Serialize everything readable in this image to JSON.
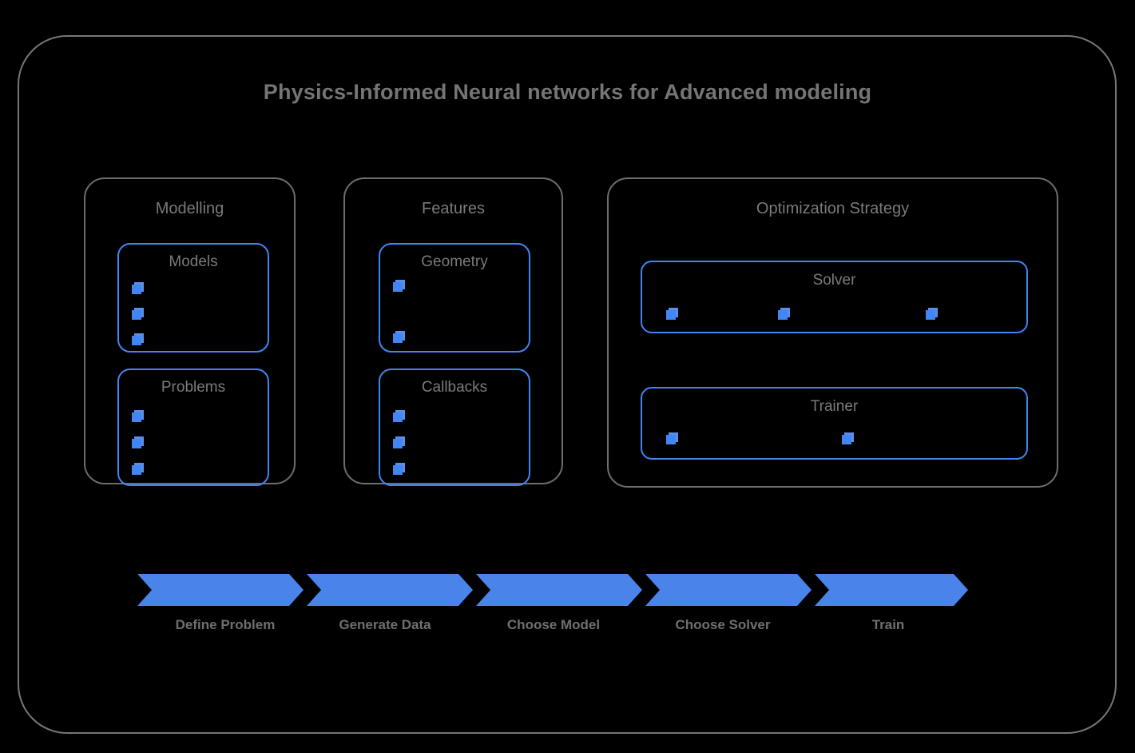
{
  "diagram": {
    "title": "Physics-Informed Neural networks for Advanced modeling",
    "colors": {
      "background": "#000000",
      "frame_border": "#777777",
      "group_border": "#6e6e6e",
      "accent_blue": "#4285f4",
      "chevron_blue": "#4a84ea",
      "text_grey": "#757575"
    },
    "groups": [
      {
        "name": "modelling",
        "label": "Modelling",
        "boxes": [
          {
            "name": "models",
            "label": "Models",
            "bullet_count": 3,
            "bullet_layout": "vertical"
          },
          {
            "name": "problems",
            "label": "Problems",
            "bullet_count": 3,
            "bullet_layout": "vertical"
          }
        ]
      },
      {
        "name": "features",
        "label": "Features",
        "boxes": [
          {
            "name": "geometry",
            "label": "Geometry",
            "bullet_count": 2,
            "bullet_layout": "vertical"
          },
          {
            "name": "callbacks",
            "label": "Callbacks",
            "bullet_count": 3,
            "bullet_layout": "vertical"
          }
        ]
      },
      {
        "name": "optimization-strategy",
        "label": "Optimization Strategy",
        "boxes": [
          {
            "name": "solver",
            "label": "Solver",
            "bullet_count": 3,
            "bullet_layout": "horizontal"
          },
          {
            "name": "trainer",
            "label": "Trainer",
            "bullet_count": 2,
            "bullet_layout": "horizontal"
          }
        ]
      }
    ],
    "pipeline": {
      "steps": [
        {
          "label": "Define Problem"
        },
        {
          "label": "Generate Data"
        },
        {
          "label": "Choose Model"
        },
        {
          "label": "Choose Solver"
        },
        {
          "label": "Train"
        }
      ]
    }
  }
}
